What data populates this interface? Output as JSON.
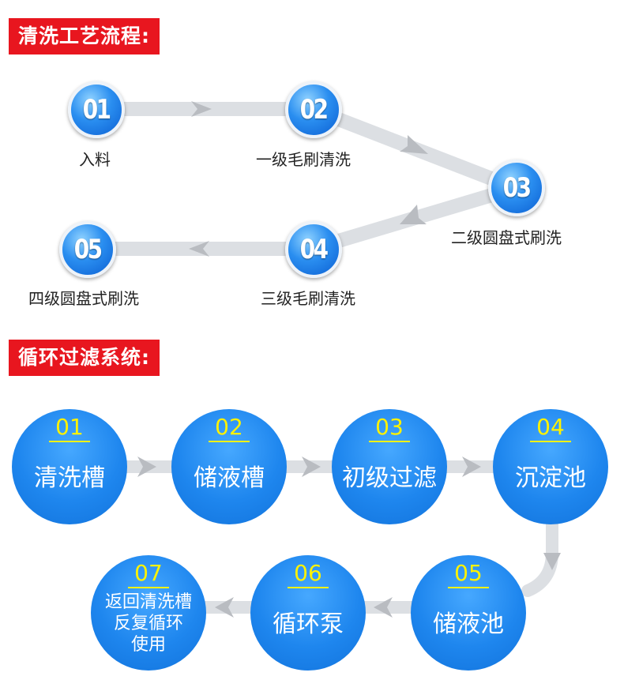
{
  "washing": {
    "title": "清洗工艺流程:",
    "steps": [
      {
        "num": "01",
        "label": "入料"
      },
      {
        "num": "02",
        "label": "一级毛刷清洗"
      },
      {
        "num": "03",
        "label": "二级圆盘式刷洗"
      },
      {
        "num": "04",
        "label": "三级毛刷清洗"
      },
      {
        "num": "05",
        "label": "四级圆盘式刷洗"
      }
    ]
  },
  "filtration": {
    "title": "循环过滤系统:",
    "steps": [
      {
        "num": "01",
        "label": "清洗槽"
      },
      {
        "num": "02",
        "label": "储液槽"
      },
      {
        "num": "03",
        "label": "初级过滤"
      },
      {
        "num": "04",
        "label": "沉淀池"
      },
      {
        "num": "05",
        "label": "储液池"
      },
      {
        "num": "06",
        "label": "循环泵"
      },
      {
        "num": "07",
        "label": "返回清洗槽\n反复循环\n使用"
      }
    ]
  },
  "colors": {
    "title_bg": "#e8161f",
    "circle_blue": "#1e86ee",
    "number_yellow": "#fff200",
    "connector_gray": "#d6d9de",
    "arrow_gray": "#b9bcc1"
  }
}
